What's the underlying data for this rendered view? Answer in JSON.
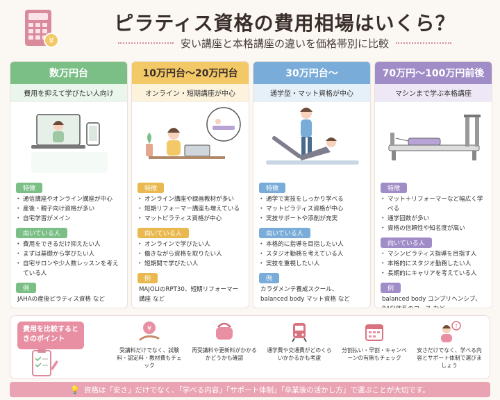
{
  "header": {
    "title": "ピラティス資格の費用相場はいくら？",
    "subtitle": "安い講座と本格講座の違いを価格帯別に比較"
  },
  "colors": {
    "green": "#7bbf87",
    "yellow": "#f3c866",
    "blue": "#79acd8",
    "purple": "#a08cc7",
    "pink": "#e88fa4"
  },
  "cards": [
    {
      "price": "数万円台",
      "sub": "費用を抑えて学びたい人向け",
      "feature_label": "特徴",
      "features": [
        "通信講座やオンライン講座が中心",
        "産後・親子向け資格が多い",
        "自宅学習がメイン"
      ],
      "suit_label": "向いている人",
      "suits": [
        "費用をできるだけ抑えたい人",
        "まずは基礎から学びたい人",
        "自宅サロンや少人数レッスンを考えている人"
      ],
      "example_label": "例",
      "example": "JAHAの産後ピラティス資格 など"
    },
    {
      "price": "10万円台〜20万円台",
      "sub": "オンライン・短期講座が中心",
      "feature_label": "特徴",
      "features": [
        "オンライン講座や録画教材が多い",
        "短期リフォーマー講座も増えている",
        "マットピラティス資格が中心"
      ],
      "suit_label": "向いている人",
      "suits": [
        "オンラインで学びたい人",
        "働きながら資格を取りたい人",
        "短期間で学びたい人"
      ],
      "example_label": "例",
      "example": "MAJOLIのRPT30、短期リフォーマー講座 など"
    },
    {
      "price": "30万円台〜",
      "sub": "通学型・マット資格が中心",
      "feature_label": "特徴",
      "features": [
        "通学で実技をしっかり学べる",
        "マットピラティス資格が中心",
        "実技サポートや添削が充実"
      ],
      "suit_label": "向いている人",
      "suits": [
        "本格的に指導を目指したい人",
        "スタジオ勤務を考えている人",
        "実技を重視したい人"
      ],
      "example_label": "例",
      "example": "カラダメンテ養成スクール、balanced body マット資格 など"
    },
    {
      "price": "70万円〜100万円前後",
      "sub": "マシンまで学ぶ本格講座",
      "feature_label": "特徴",
      "features": [
        "マット＋リフォーマーなど幅広く学べる",
        "通学回数が多い",
        "資格の信頼性や知名度が高い"
      ],
      "suit_label": "向いている人",
      "suits": [
        "マシンピラティス指導を目指す人",
        "本格的にスタジオ勤務したい人",
        "長期的にキャリアを考えている人"
      ],
      "example_label": "例",
      "example": "balanced body コンプリヘンシブ、BASI体系のコース など"
    }
  ],
  "points": {
    "label": "費用を比較するときのポイント",
    "items": [
      {
        "icon": "yen-hand-icon",
        "text": "受講料だけでなく、試験料・認定料・教材費もチェック"
      },
      {
        "icon": "wallet-icon",
        "text": "再受講料や更新料がかかるかどうかも確認"
      },
      {
        "icon": "train-icon",
        "text": "通学費や交通費がどのくらいかかるかも考慮"
      },
      {
        "icon": "calendar-icon",
        "text": "分割払い・早割・キャンペーンの有無もチェック"
      },
      {
        "icon": "person-alert-icon",
        "text": "安さだけでなく、学べる内容とサポート体制で選びましょう"
      }
    ]
  },
  "footer": {
    "text": "資格は「安さ」だけでなく、「学べる内容」「サポート体制」「卒業後の活かし方」で選ぶことが大切です。"
  }
}
